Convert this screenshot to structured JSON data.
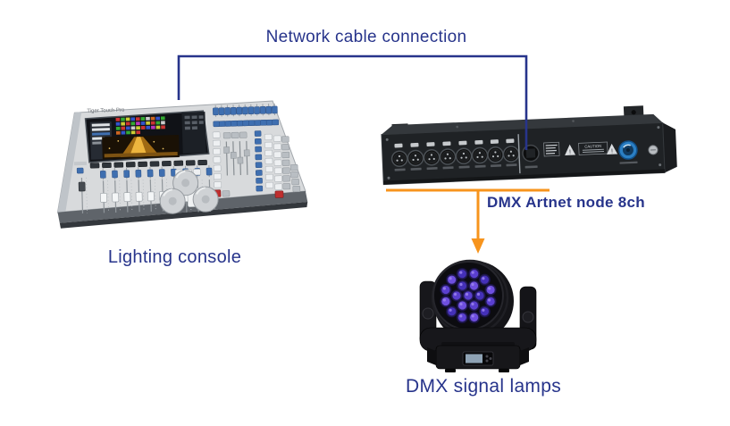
{
  "diagram": {
    "title": "Network cable connection",
    "console_label": "Lighting console",
    "node_label": "DMX Artnet node 8ch",
    "lamps_label": "DMX signal lamps"
  },
  "console": {
    "brand": "Tiger Touch Pro"
  },
  "node": {
    "caution_label": "CAUTION",
    "warning_glyph": "!"
  },
  "colors": {
    "connection_blue": "#27348B",
    "connection_orange": "#F7941D",
    "text_navy": "#27348B"
  }
}
